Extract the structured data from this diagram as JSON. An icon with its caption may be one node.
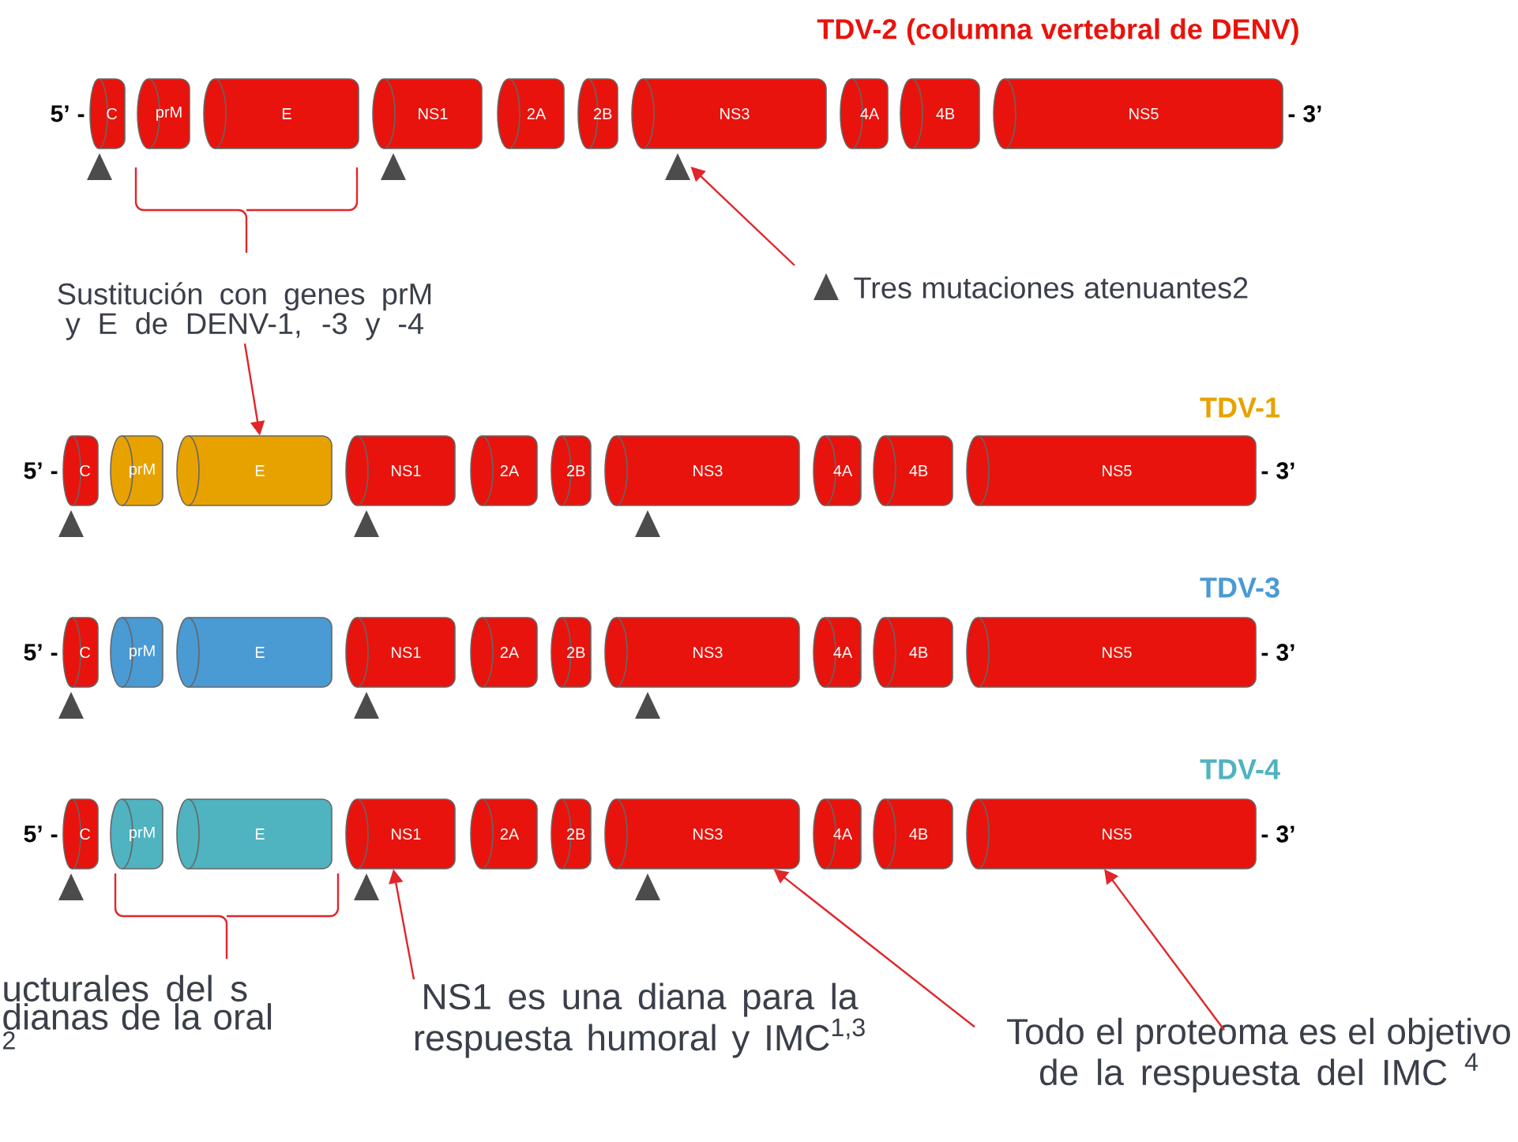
{
  "diagram": {
    "nodes": [
      {
        "text": [
          "C"
        ],
        "beside": [
          "5’ -"
        ]
      },
      {
        "text": [
          "prM"
        ]
      },
      {
        "text": [
          "E"
        ]
      },
      {
        "text": [
          "NS1"
        ]
      },
      {
        "text": [
          "2A"
        ]
      },
      {
        "text": [
          "2B"
        ]
      },
      {
        "text": [
          "NS3"
        ]
      },
      {
        "text": [
          "4A"
        ]
      },
      {
        "text": [
          "4B"
        ]
      },
      {
        "text": [
          "NS5"
        ],
        "beside": [
          "- 3’"
        ]
      },
      {
        "text": [],
        "shape": "triangle"
      },
      {
        "text": [],
        "shape": "triangle"
      },
      {
        "text": [],
        "shape": "triangle"
      },
      {
        "text": [
          "Sustitución con genes prM y E de DENV-1, -3 y -4"
        ]
      },
      {
        "text": [
          "Tres mutaciones atenuantes2"
        ]
      },
      {
        "text": [
          "C"
        ],
        "beside": [
          "5’ -"
        ]
      },
      {
        "text": [
          "prM"
        ]
      },
      {
        "text": [
          "E"
        ]
      },
      {
        "text": [
          "NS1"
        ]
      },
      {
        "text": [
          "2A"
        ]
      },
      {
        "text": [
          "2B"
        ]
      },
      {
        "text": [
          "NS3"
        ]
      },
      {
        "text": [
          "4A"
        ]
      },
      {
        "text": [
          "4B"
        ]
      },
      {
        "text": [
          "NS5"
        ],
        "beside": [
          "- 3’"
        ]
      },
      {
        "text": [],
        "shape": "triangle"
      },
      {
        "text": [],
        "shape": "triangle"
      },
      {
        "text": [],
        "shape": "triangle"
      },
      {
        "text": [
          "C"
        ],
        "beside": [
          "5’ -"
        ]
      },
      {
        "text": [
          "prM"
        ]
      },
      {
        "text": [
          "E"
        ]
      },
      {
        "text": [
          "NS1"
        ]
      },
      {
        "text": [
          "2A"
        ]
      },
      {
        "text": [
          "2B"
        ]
      },
      {
        "text": [
          "NS3"
        ]
      },
      {
        "text": [
          "4A"
        ]
      },
      {
        "text": [
          "4B"
        ]
      },
      {
        "text": [
          "NS5"
        ],
        "beside": [
          "- 3’"
        ]
      },
      {
        "text": [],
        "shape": "triangle"
      },
      {
        "text": [],
        "shape": "triangle"
      },
      {
        "text": [],
        "shape": "triangle"
      },
      {
        "text": [
          "C"
        ],
        "beside": [
          "5’ -"
        ]
      },
      {
        "text": [
          "prM"
        ]
      },
      {
        "text": [
          "E"
        ]
      },
      {
        "text": [
          "NS1"
        ]
      },
      {
        "text": [
          "2A"
        ]
      },
      {
        "text": [
          "2B"
        ]
      },
      {
        "text": [
          "NS3"
        ]
      },
      {
        "text": [
          "4A"
        ]
      },
      {
        "text": [
          "4B"
        ]
      },
      {
        "text": [
          "NS5"
        ],
        "beside": [
          "- 3’"
        ]
      },
      {
        "text": [],
        "shape": "triangle"
      },
      {
        "text": [],
        "shape": "triangle"
      },
      {
        "text": [],
        "shape": "triangle"
      },
      {
        "text": [
          "NS1 es una diana para la respuesta humoral y IMC$^{1,3}$"
        ]
      },
      {
        "text": [
          "Todo el proteoma es el objetivo de la respuesta del IMC $^{4}$"
        ]
      }
    ],
    "edges": [
      {
        "from": 13,
        "to": 17,
        "arrow": "to"
      },
      {
        "from": 14,
        "to": 12,
        "arrow": "to"
      },
      {
        "from": 54,
        "to": 44,
        "arrow": "to"
      },
      {
        "from": 55,
        "to": 47,
        "arrow": "to"
      },
      {
        "from": 55,
        "to": 50,
        "arrow": "to"
      }
    ],
    "labels": [
      "TDV-2 (columna vertebral de DENV)",
      "TDV-1",
      "TDV-3",
      "TDV-4",
      "ucturales del s dianas de la oral $^{2}$"
    ]
  }
}
